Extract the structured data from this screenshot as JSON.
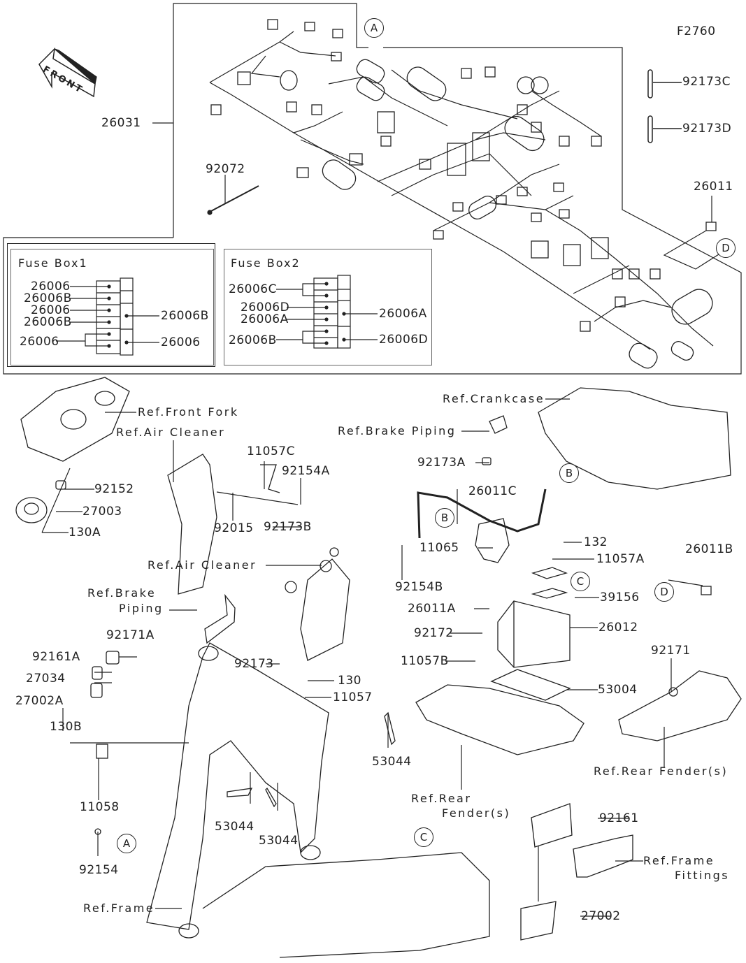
{
  "figure_code": "F2760",
  "front_arrow_label": "FRONT",
  "harness": {
    "main_part": "26031",
    "tie": "92072",
    "connector": "26011",
    "strap_c": "92173C",
    "strap_d": "92173D"
  },
  "callouts": {
    "a": "A",
    "b": "B",
    "c": "C",
    "d": "D"
  },
  "fuse_box_1": {
    "title": "Fuse Box1",
    "left_labels": [
      "26006",
      "26006B",
      "26006",
      "26006B",
      "26006"
    ],
    "right_labels": [
      "26006B",
      "26006"
    ]
  },
  "fuse_box_2": {
    "title": "Fuse Box2",
    "left_labels": [
      "26006C",
      "26006D",
      "26006A",
      "26006B"
    ],
    "right_labels": [
      "26006A",
      "26006D"
    ]
  },
  "parts": {
    "ref_front_fork": "Ref.Front Fork",
    "ref_air_cleaner_1": "Ref.Air Cleaner",
    "p11057C": "11057C",
    "p92154A": "92154A",
    "p92152": "92152",
    "p27003": "27003",
    "p130A": "130A",
    "p92015": "92015",
    "p92173B": "92173B",
    "ref_air_cleaner_2": "Ref.Air Cleaner",
    "ref_brake_piping_1a": "Ref.Brake",
    "ref_brake_piping_1b": "Piping",
    "p92171A": "92171A",
    "p92161A": "92161A",
    "p27034": "27034",
    "p27002A": "27002A",
    "p130B": "130B",
    "p11058": "11058",
    "p92173": "92173",
    "p130": "130",
    "p11057": "11057",
    "p53044_1": "53044",
    "p53044_2": "53044",
    "p53044_3": "53044",
    "p92154": "92154",
    "ref_frame": "Ref.Frame",
    "ref_brake_piping_2": "Ref.Brake Piping",
    "p92173A": "92173A",
    "ref_crankcase": "Ref.Crankcase",
    "p26011C": "26011C",
    "p92154B": "92154B",
    "p11065": "11065",
    "p132": "132",
    "p11057A": "11057A",
    "p39156": "39156",
    "p26011A": "26011A",
    "p26012": "26012",
    "p92172": "92172",
    "p11057B": "11057B",
    "p53004": "53004",
    "p26011B": "26011B",
    "p92171": "92171",
    "ref_rear_fender_1": "Ref.Rear Fender(s)",
    "ref_rear_fender_2a": "Ref.Rear",
    "ref_rear_fender_2b": "Fender(s)",
    "p92161": "92161",
    "ref_frame_fittings_a": "Ref.Frame",
    "ref_frame_fittings_b": "Fittings",
    "p27002": "27002"
  }
}
